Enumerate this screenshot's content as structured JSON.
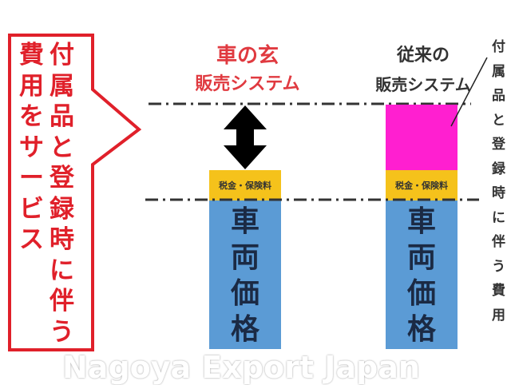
{
  "callout": {
    "column_right": [
      "付",
      "属",
      "品",
      "と",
      "登",
      "録",
      "時",
      "に",
      "伴",
      "う"
    ],
    "column_left": [
      "費",
      "用",
      "を",
      "サ",
      "ー",
      "ビ",
      "ス"
    ]
  },
  "left_system": {
    "title_line1": "車の玄",
    "title_line2": "販売システム",
    "fee_label": "税金・保険料",
    "price_chars": [
      "車",
      "両",
      "価",
      "格"
    ]
  },
  "right_system": {
    "title_line1": "従来の",
    "title_line2": "販売システム",
    "fee_label": "税金・保険料",
    "price_chars": [
      "車",
      "両",
      "価",
      "格"
    ]
  },
  "side_note": [
    "付",
    "属",
    "品",
    "と",
    "登",
    "録",
    "時",
    "に",
    "伴",
    "う",
    "費",
    "用"
  ],
  "watermark": "Nagoya Export Japan",
  "colors": {
    "callout_red": "#e0202a",
    "title_red": "#e03a40",
    "price_blue": "#5b9bd5",
    "fee_yellow": "#f5c21b",
    "accessory_magenta": "#ff1fd0",
    "arrow_black": "#000000"
  }
}
